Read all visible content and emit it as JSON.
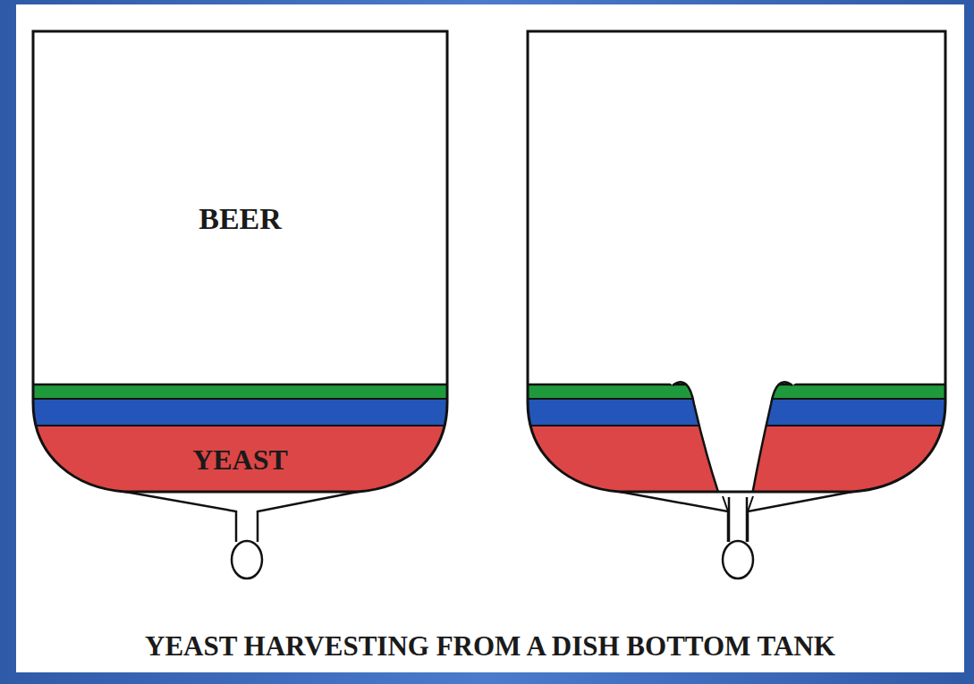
{
  "diagram": {
    "title": "YEAST HARVESTING FROM A DISH BOTTOM TANK",
    "nodes": [
      {
        "text": [
          "BEER"
        ]
      },
      {
        "text": [
          "YEAST"
        ]
      }
    ]
  }
}
